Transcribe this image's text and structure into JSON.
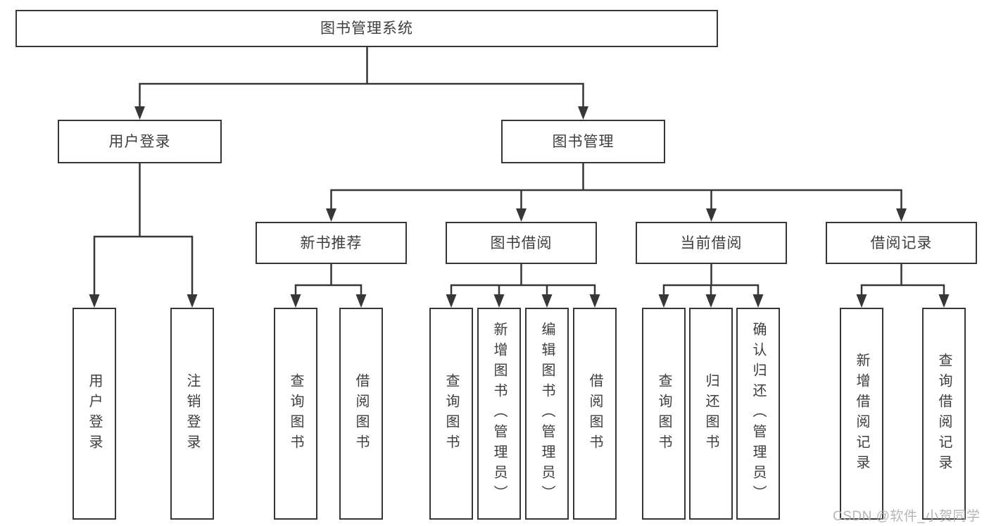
{
  "tree": {
    "label": "图书管理系统",
    "children": [
      {
        "label": "用户登录",
        "children": [
          {
            "label": "用户登录"
          },
          {
            "label": "注销登录"
          }
        ]
      },
      {
        "label": "图书管理",
        "children": [
          {
            "label": "新书推荐",
            "children": [
              {
                "label": "查询图书"
              },
              {
                "label": "借阅图书"
              }
            ]
          },
          {
            "label": "图书借阅",
            "children": [
              {
                "label": "查询图书"
              },
              {
                "label": "新增图书（管理员）"
              },
              {
                "label": "编辑图书（管理员）"
              },
              {
                "label": "借阅图书"
              }
            ]
          },
          {
            "label": "当前借阅",
            "children": [
              {
                "label": "查询图书"
              },
              {
                "label": "归还图书"
              },
              {
                "label": "确认归还（管理员）"
              }
            ]
          },
          {
            "label": "借阅记录",
            "children": [
              {
                "label": "新增借阅记录"
              },
              {
                "label": "查询借阅记录"
              }
            ]
          }
        ]
      }
    ]
  },
  "watermark": "CSDN @软件_小贺同学",
  "colors": {
    "line": "#373737",
    "box_border": "#373737",
    "text": "#3e3e3e",
    "watermark": "#afafb2",
    "background": "#ffffff"
  }
}
